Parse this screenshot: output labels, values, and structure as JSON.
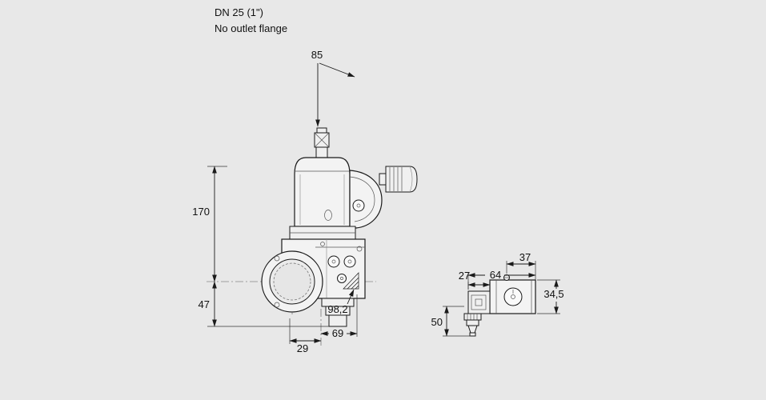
{
  "page": {
    "background_color": "#e8e8e8",
    "line_color": "#1a1a1a",
    "fill_color": "#f3f3f3"
  },
  "header": {
    "line1": "DN 25 (1\")",
    "line2": "No outlet flange"
  },
  "main_view": {
    "dim_85": "85",
    "dim_170": "170",
    "dim_47": "47",
    "dim_29": "29",
    "dim_69": "69",
    "dim_98_2": "98,2"
  },
  "coil_view": {
    "dim_37": "37",
    "dim_64": "64",
    "dim_27": "27",
    "dim_34_5": "34,5",
    "dim_50": "50"
  }
}
